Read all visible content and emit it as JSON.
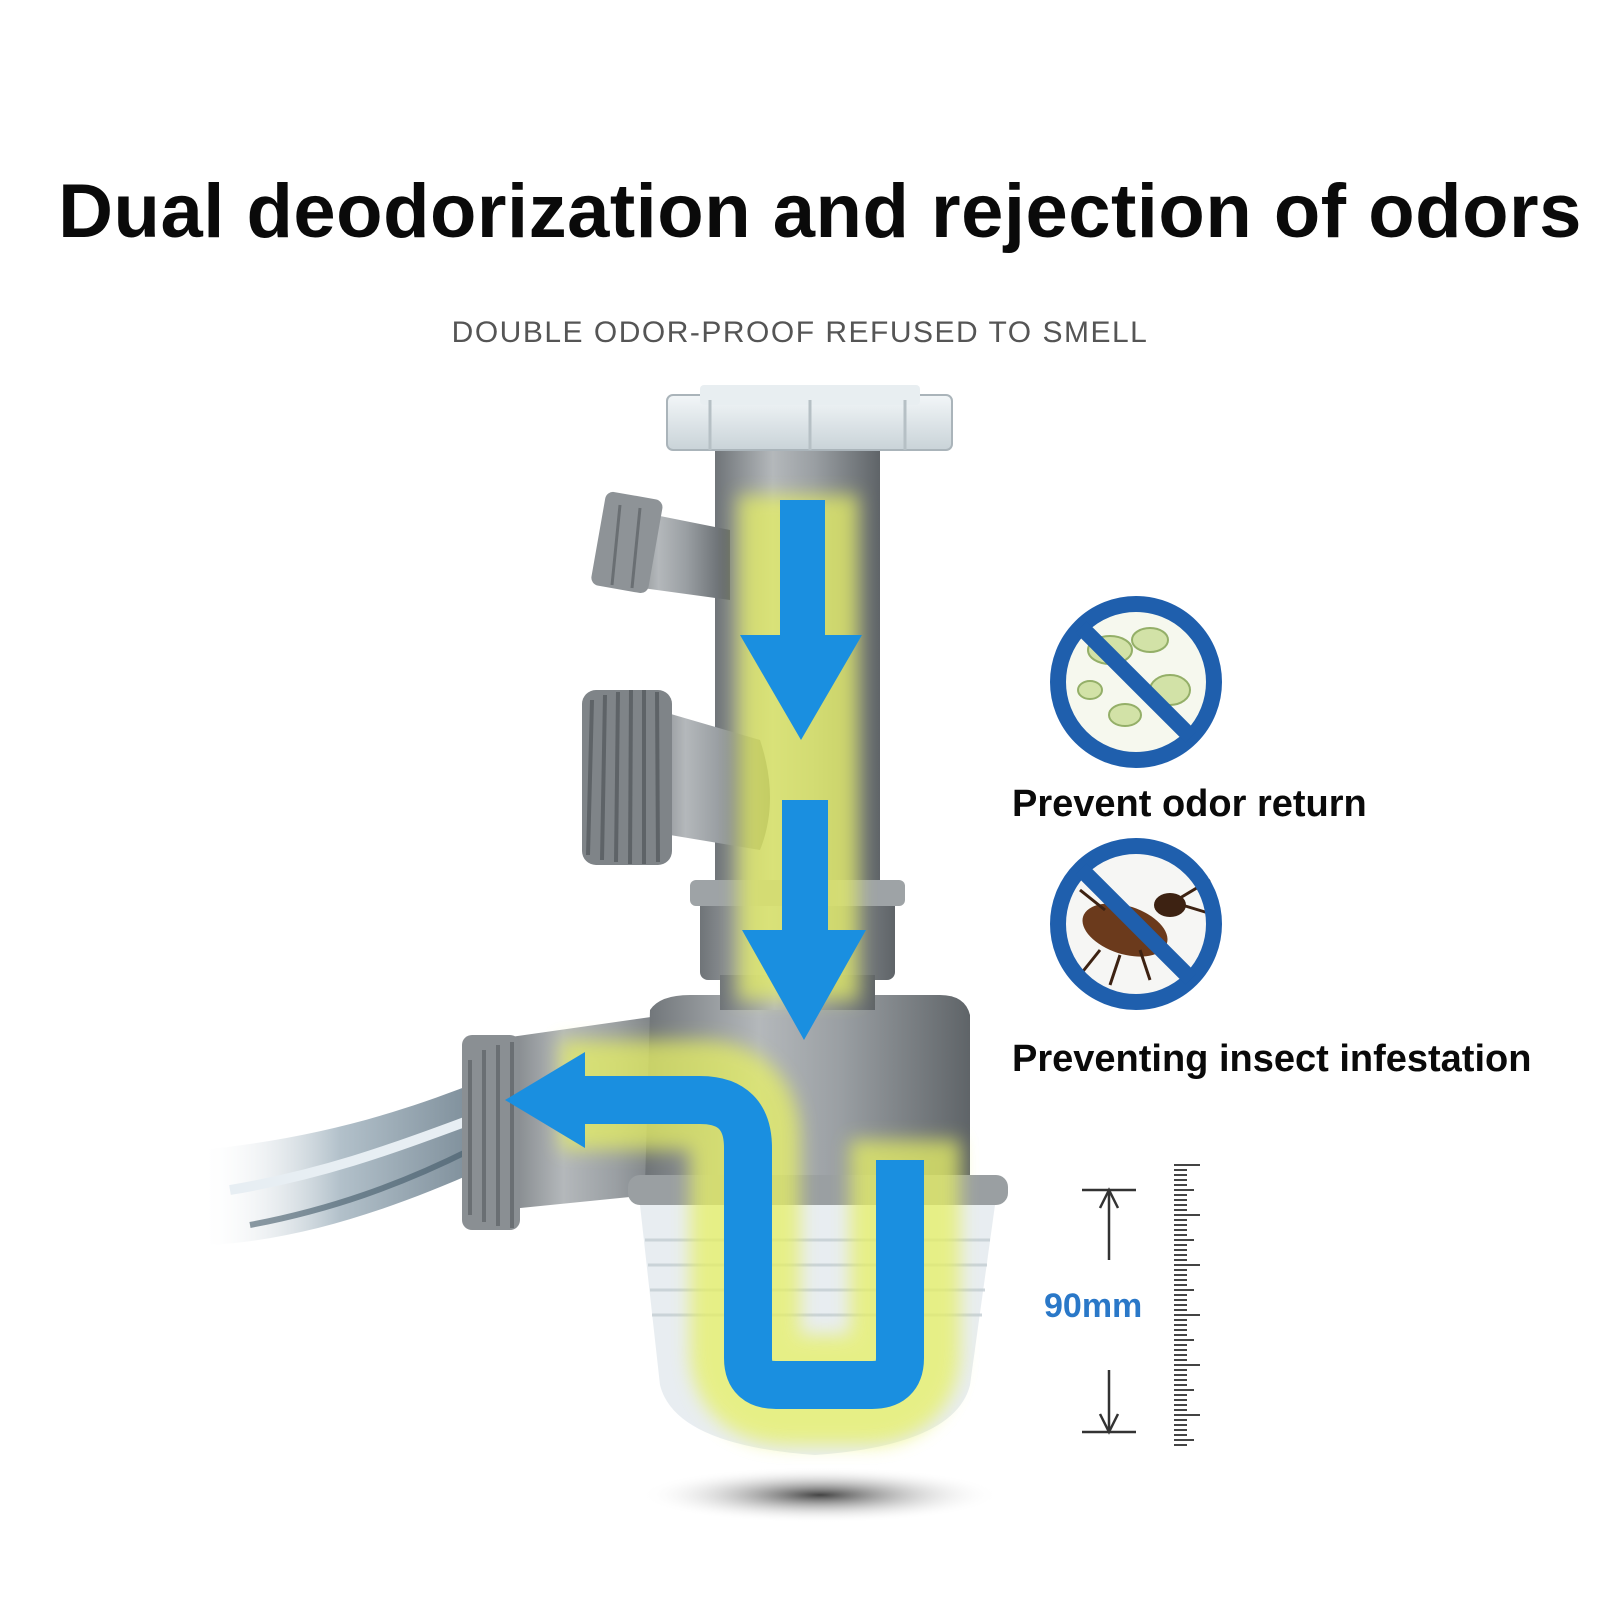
{
  "title": "Dual deodorization and rejection of odors",
  "subtitle": "DOUBLE ODOR-PROOF REFUSED TO SMELL",
  "features": [
    {
      "label": "Prevent odor return",
      "icon": "no-bacteria-icon"
    },
    {
      "label": "Preventing insect infestation",
      "icon": "no-cockroach-icon"
    }
  ],
  "dimension": {
    "label": "90mm"
  },
  "colors": {
    "flow_arrow": "#1a8fe0",
    "prohibit_sign": "#1f5fad",
    "pipe": "#8d9296",
    "glow": "#e6f064",
    "dimension_text": "#2a78c8"
  }
}
